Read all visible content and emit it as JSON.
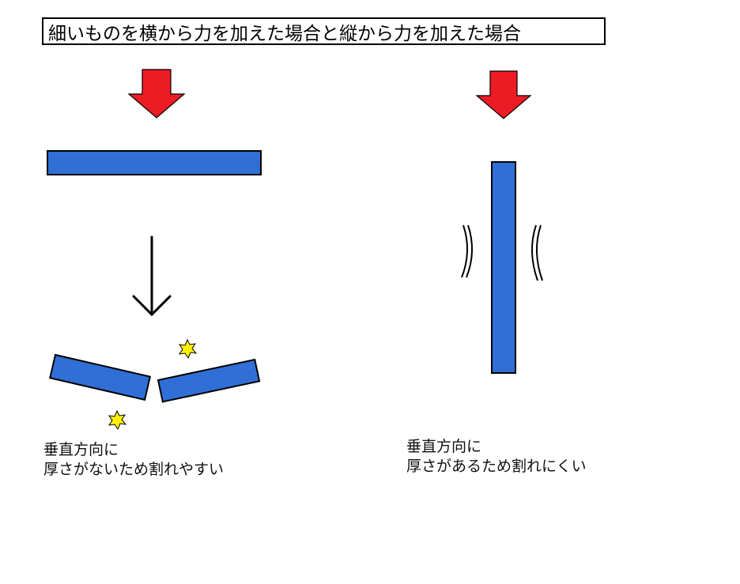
{
  "title": "細いものを横から力を加えた場合と縦から力を加えた場合",
  "left_caption": {
    "line1": "垂直方向に",
    "line2": "厚さがないため割れやすい"
  },
  "right_caption": {
    "line1": "垂直方向に",
    "line2": "厚さがあるため割れにくい"
  },
  "colors": {
    "force_arrow": "#ed1c24",
    "bar_fill": "#2f6fd6",
    "spark": "#fff200",
    "outline": "#000000"
  },
  "icons": [
    "force-arrow-icon",
    "down-arrow-icon",
    "spark-icon",
    "vibration-icon"
  ]
}
